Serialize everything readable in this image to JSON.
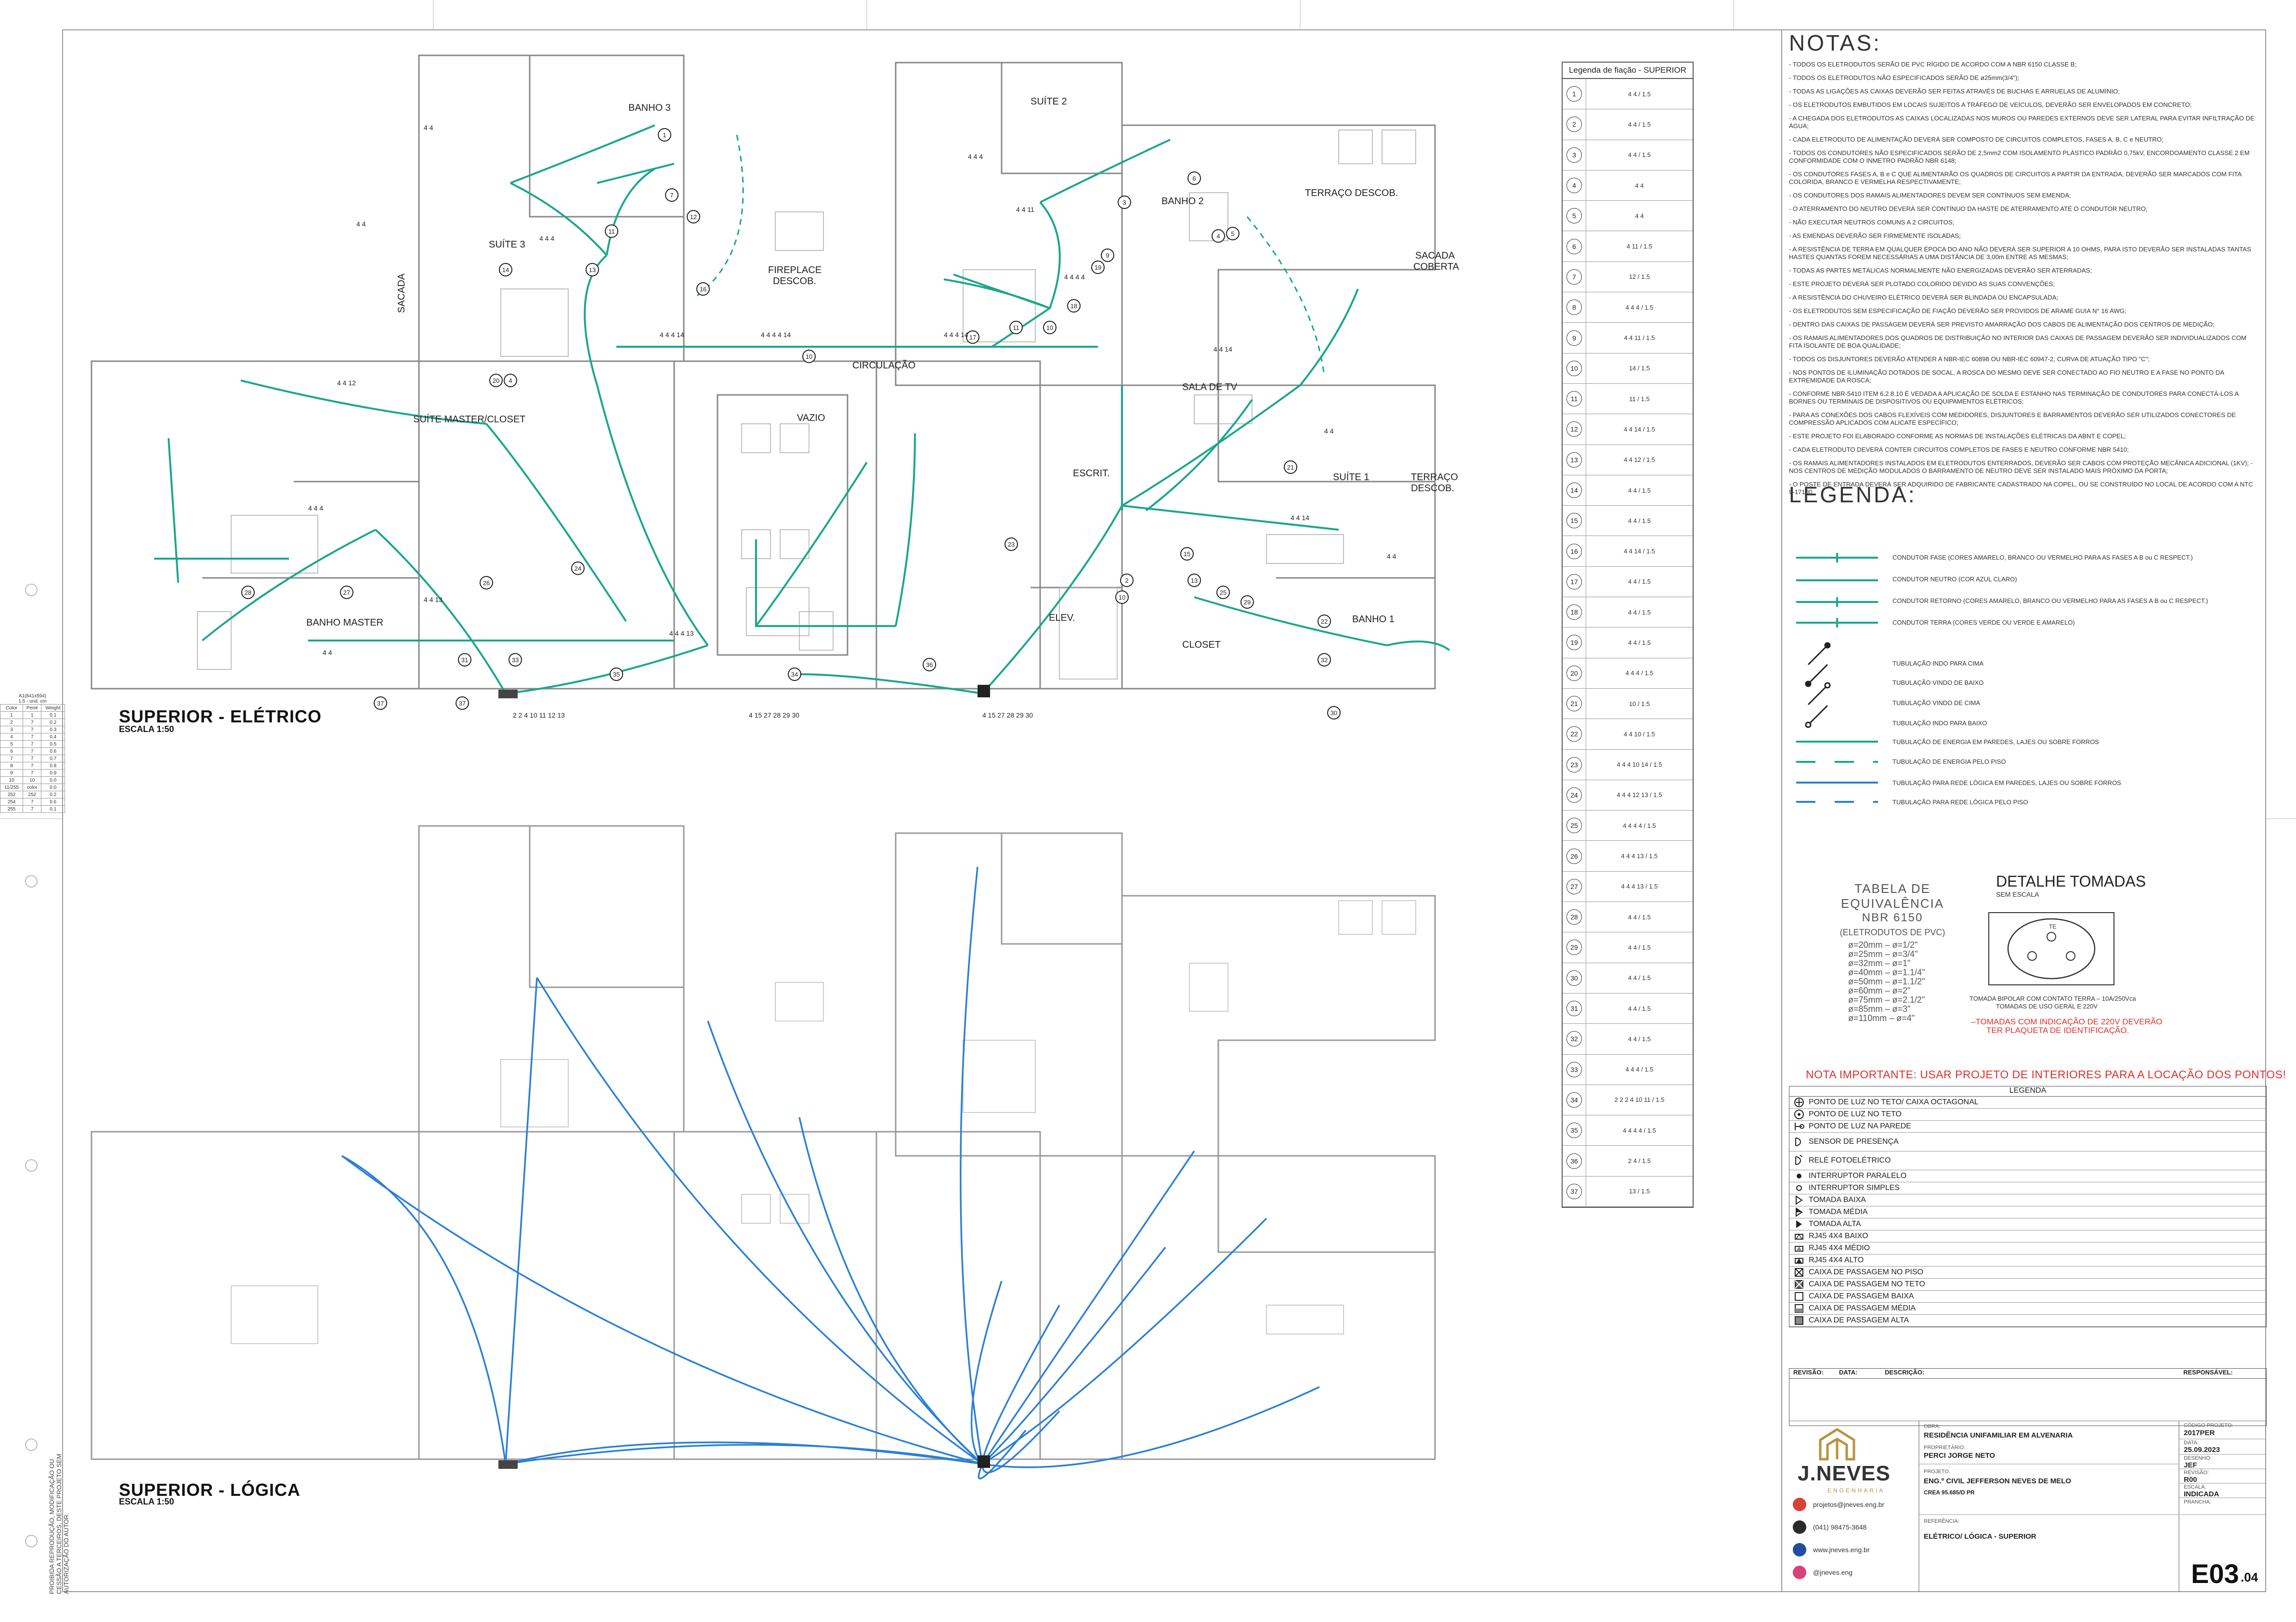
{
  "plans": {
    "eletrico": {
      "title": "SUPERIOR - ELÉTRICO",
      "scale": "ESCALA 1:50"
    },
    "logica": {
      "title": "SUPERIOR - LÓGICA",
      "scale": "ESCALA 1:50"
    }
  },
  "rooms": [
    "BANHO 3",
    "SUÍTE 3",
    "SACADA",
    "SUÍTE 2",
    "BANHO 2",
    "TERRAÇO DESCOB.",
    "SACADA COBERTA",
    "FIREPLACE DESCOB.",
    "CIRCULAÇÃO",
    "SALA DE TV",
    "SUÍTE MASTER/CLOSET",
    "VAZIO",
    "ESCRIT.",
    "SUÍTE 1",
    "TERRAÇO DESCOB.",
    "BANHO MASTER",
    "ELEV.",
    "CLOSET",
    "BANHO 1"
  ],
  "wire_legend": {
    "title": "Legenda de fiação - SUPERIOR",
    "rows": [
      {
        "n": "1",
        "code": "4 4 / 1.5"
      },
      {
        "n": "2",
        "code": "4 4 / 1.5"
      },
      {
        "n": "3",
        "code": "4 4 / 1.5"
      },
      {
        "n": "4",
        "code": "4 4"
      },
      {
        "n": "5",
        "code": "4 4"
      },
      {
        "n": "6",
        "code": "4 11 / 1.5"
      },
      {
        "n": "7",
        "code": "12 / 1.5"
      },
      {
        "n": "8",
        "code": "4 4 4 / 1.5"
      },
      {
        "n": "9",
        "code": "4 4 11 / 1.5"
      },
      {
        "n": "10",
        "code": "14 / 1.5"
      },
      {
        "n": "11",
        "code": "11 / 1.5"
      },
      {
        "n": "12",
        "code": "4 4 14 / 1.5"
      },
      {
        "n": "13",
        "code": "4 4 12 / 1.5"
      },
      {
        "n": "14",
        "code": "4 4 / 1.5"
      },
      {
        "n": "15",
        "code": "4 4 / 1.5"
      },
      {
        "n": "16",
        "code": "4 4 14 / 1.5"
      },
      {
        "n": "17",
        "code": "4 4 / 1.5"
      },
      {
        "n": "18",
        "code": "4 4 / 1.5"
      },
      {
        "n": "19",
        "code": "4 4 / 1.5"
      },
      {
        "n": "20",
        "code": "4 4 4 / 1.5"
      },
      {
        "n": "21",
        "code": "10 / 1.5"
      },
      {
        "n": "22",
        "code": "4 4 10 / 1.5"
      },
      {
        "n": "23",
        "code": "4 4 4 10 14 / 1.5"
      },
      {
        "n": "24",
        "code": "4 4 4 12 13 / 1.5"
      },
      {
        "n": "25",
        "code": "4 4 4 4 / 1.5"
      },
      {
        "n": "26",
        "code": "4 4 4 13 / 1.5"
      },
      {
        "n": "27",
        "code": "4 4 4 13 / 1.5"
      },
      {
        "n": "28",
        "code": "4 4 / 1.5"
      },
      {
        "n": "29",
        "code": "4 4 / 1.5"
      },
      {
        "n": "30",
        "code": "4 4 / 1.5"
      },
      {
        "n": "31",
        "code": "4 4 / 1.5"
      },
      {
        "n": "32",
        "code": "4 4 / 1.5"
      },
      {
        "n": "33",
        "code": "4 4 4 / 1.5"
      },
      {
        "n": "34",
        "code": "2 2 2 4 10 11 / 1.5"
      },
      {
        "n": "35",
        "code": "4 4 4 4 / 1.5"
      },
      {
        "n": "36",
        "code": "2 4 / 1.5"
      },
      {
        "n": "37",
        "code": "13 / 1.5"
      }
    ]
  },
  "notes": {
    "title": "NOTAS:",
    "items": [
      "- TODOS OS ELETRODUTOS SERÃO DE PVC RÍGIDO DE ACORDO COM A NBR 6150 CLASSE B;",
      "- TODOS OS ELETRODUTOS NÃO ESPECIFICADOS SERÃO DE ø25mm(3/4\");",
      "- TODAS AS LIGAÇÕES AS CAIXAS DEVERÃO SER FEITAS ATRAVÉS DE BUCHAS E ARRUELAS DE ALUMÍNIO;",
      "- OS ELETRODUTOS EMBUTIDOS EM LOCAIS SUJEITOS A TRÁFEGO DE VEÍCULOS, DEVERÃO SER ENVELOPADOS EM CONCRETO;",
      "- A CHEGADA DOS ELETRODUTOS AS CAIXAS LOCALIZADAS NOS MUROS OU PAREDES EXTERNOS DEVE SER LATERAL PARA EVITAR INFILTRAÇÃO DE ÁGUA;",
      "- CADA ELETRODUTO DE ALIMENTAÇÃO DEVERÁ SER COMPOSTO DE CIRCUITOS COMPLETOS, FASES A, B, C e NEUTRO;",
      "- TODOS OS CONDUTORES NÃO ESPECIFICADOS SERÃO DE 2,5mm2 COM ISOLAMENTO PLÁSTICO PADRÃO 0,75kV, ENCORDOAMENTO CLASSE 2 EM CONFORMIDADE COM O INMETRO PADRÃO NBR 6148;",
      "- OS CONDUTORES FASES A, B e C QUE ALIMENTARÃO OS QUADROS DE CIRCUITOS A PARTIR DA ENTRADA, DEVERÃO SER MARCADOS COM FITA COLORIDA, BRANCO E VERMELHA RESPECTIVAMENTE;",
      "- OS CONDUTORES DOS RAMAIS ALIMENTADORES DEVEM SER CONTÍNUOS SEM EMENDA;",
      "- O ATERRAMENTO DO NEUTRO DEVERÁ SER CONTÍNUO DA HASTE DE ATERRAMENTO ATÉ O CONDUTOR NEUTRO;",
      "- NÃO EXECUTAR NEUTROS COMUNS A 2 CIRCUITOS;",
      "- AS EMENDAS DEVERÃO SER FIRMEMENTE ISOLADAS;",
      "- A RESISTÊNCIA DE TERRA EM QUALQUER ÉPOCA DO ANO NÃO DEVERÁ SER SUPERIOR A 10 OHMS, PARA ISTO DEVERÃO SER INSTALADAS TANTAS HASTES QUANTAS FOREM NECESSÁRIAS A UMA DISTÂNCIA DE 3,00m ENTRE AS MESMAS;",
      "- TODAS AS PARTES METÁLICAS NORMALMENTE NÃO ENERGIZADAS DEVERÃO SER ATERRADAS;",
      "- ESTE PROJETO DEVERÁ SER PLOTADO COLORIDO DEVIDO AS SUAS CONVENÇÕES;",
      "- A RESISTÊNCIA DO CHUVEIRO ELÉTRICO DEVERÁ SER BLINDADA OU ENCAPSULADA;",
      "- OS ELETRODUTOS SEM ESPECIFICAÇÃO DE FIAÇÃO DEVERÃO SER PROVIDOS DE ARAME GUIA N° 16 AWG;",
      "- DENTRO DAS CAIXAS DE PASSAGEM DEVERÁ SER PREVISTO AMARRAÇÃO DOS CABOS DE ALIMENTAÇÃO DOS CENTROS DE MEDIÇÃO;",
      "- OS RAMAIS ALIMENTADORES DOS QUADROS DE DISTRIBUIÇÃO NO INTERIOR DAS CAIXAS DE PASSAGEM DEVERÃO SER INDIVIDUALIZADOS COM FITA ISOLANTE DE BOA QUALIDADE;",
      "- TODOS OS DISJUNTORES DEVERÃO ATENDER A NBR-IEC 60898 OU NBR-IEC 60947-2, CURVA DE ATUAÇÃO TIPO \"C\";",
      "- NOS PONTOS DE ILUMINAÇÃO DOTADOS DE SOCAL, A ROSCA DO MESMO DEVE SER CONECTADO AO FIO NEUTRO E A FASE NO PONTO DA EXTREMIDADE DA ROSCA;",
      "- CONFORME NBR-5410 ITEM 6.2.8.10 É VEDADA A APLICAÇÃO DE SOLDA E ESTANHO NAS TERMINAÇÃO DE CONDUTORES PARA CONECTÁ-LOS A BORNES OU TERMINAIS DE DISPOSITIVOS OU EQUIPAMENTOS ELÉTRICOS;",
      "- PARA AS CONEXÕES DOS CABOS FLEXÍVEIS COM MEDIDORES, DISJUNTORES E BARRAMENTOS DEVERÃO SER UTILIZADOS CONECTORES DE COMPRESSÃO APLICADOS COM ALICATE ESPECÍFICO;",
      "- ESTE PROJETO FOI ELABORADO CONFORME AS NORMAS DE INSTALAÇÕES ELÉTRICAS DA ABNT E COPEL;",
      "- CADA ELETRODUTO DEVERÁ CONTER CIRCUITOS COMPLETOS DE FASES E NEUTRO CONFORME NBR 5410;",
      "- OS RAMAIS ALIMENTADORES INSTALADOS EM ELETRODUTOS ENTERRADOS, DEVERÃO SER CABOS COM PROTEÇÃO MECÂNICA ADICIONAL (1KV); - NOS CENTROS DE MEDIÇÃO MODULADOS O BARRAMENTO DE NEUTRO DEVE SER INSTALADO MAIS PRÓXIMO DA PORTA;",
      "- O POSTE DE ENTRADA DEVERÁ SER ADQUIRIDO DE FABRICANTE CADASTRADO NA COPEL, OU SE CONSTRUÍDO NO LOCAL DE ACORDO COM A NTC 9-17100."
    ]
  },
  "legenda": {
    "title": "LEGENDA:",
    "lines": [
      "CONDUTOR FASE (CORES AMARELO, BRANCO OU VERMELHO PARA AS FASES A B ou C RESPECT.)",
      "CONDUTOR NEUTRO (COR AZUL CLARO)",
      "CONDUTOR RETORNO (CORES AMARELO, BRANCO OU VERMELHO PARA AS FASES A B ou C RESPECT.)",
      "CONDUTOR TERRA (CORES VERDE OU VERDE E AMARELO)",
      "TUBULAÇÃO INDO PARA CIMA",
      "TUBULAÇÃO VINDO DE BAIXO",
      "TUBULAÇÃO VINDO DE CIMA",
      "TUBULAÇÃO INDO PARA BAIXO",
      "TUBULAÇÃO DE ENERGIA EM PAREDES, LAJES OU SOBRE FORROS",
      "TUBULAÇÃO DE ENERGIA PELO PISO",
      "TUBULAÇÃO PARA REDE LÓGICA EM PAREDES, LAJES OU SOBRE FORROS",
      "TUBULAÇÃO PARA REDE LÓGICA PELO PISO"
    ]
  },
  "tabela": {
    "title": "TABELA DE EQUIVALÊNCIA",
    "norma": "NBR 6150",
    "sub": "(ELETRODUTOS DE PVC)",
    "rows": [
      "ø=20mm  –  ø=1/2\"",
      "ø=25mm  –  ø=3/4\"",
      "ø=32mm  –  ø=1\"",
      "ø=40mm  –  ø=1.1/4\"",
      "ø=50mm  –  ø=1.1/2\"",
      "ø=60mm  –  ø=2\"",
      "ø=75mm  –  ø=2.1/2\"",
      "ø=85mm  –  ø=3\"",
      "ø=110mm  –  ø=4\""
    ]
  },
  "detalhe": {
    "title": "DETALHE TOMADAS",
    "sub": "SEM ESCALA",
    "te": "TE",
    "cap1": "TOMADA BIPOLAR COM CONTATO TERRA – 10A/250Vca",
    "cap2": "TOMADAS DE USO GERAL E 220V",
    "red1": "–TOMADAS COM INDICAÇÃO DE 220V DEVERÃO",
    "red2": "TER PLAQUETA DE IDENTIFICAÇÃO."
  },
  "nota_importante": "NOTA IMPORTANTE: USAR PROJETO DE INTERIORES PARA A LOCAÇÃO DOS PONTOS!",
  "symbol_legend": {
    "title": "LEGENDA",
    "items": [
      {
        "label": "PONTO DE LUZ NO TETO/ CAIXA OCTAGONAL",
        "icon": "octagonal-box"
      },
      {
        "label": "PONTO DE LUZ NO TETO",
        "icon": "ceiling-light"
      },
      {
        "label": "PONTO DE LUZ NA PAREDE",
        "icon": "wall-light"
      },
      {
        "label": "SENSOR DE PRESENÇA",
        "icon": "presence-sensor"
      },
      {
        "label": "RELÉ FOTOELÉTRICO",
        "icon": "photo-relay"
      },
      {
        "label": "INTERRUPTOR PARALELO",
        "icon": "parallel-switch"
      },
      {
        "label": "INTERRUPTOR SIMPLES",
        "icon": "simple-switch"
      },
      {
        "label": "TOMADA BAIXA",
        "icon": "low-outlet"
      },
      {
        "label": "TOMADA MÉDIA",
        "icon": "mid-outlet"
      },
      {
        "label": "TOMADA ALTA",
        "icon": "high-outlet"
      },
      {
        "label": "RJ45 4X4 BAIXO",
        "icon": "rj45-low"
      },
      {
        "label": "RJ45 4X4 MÉDIO",
        "icon": "rj45-mid"
      },
      {
        "label": "RJ45 4X4 ALTO",
        "icon": "rj45-high"
      },
      {
        "label": "CAIXA DE PASSAGEM NO PISO",
        "icon": "floor-box"
      },
      {
        "label": "CAIXA DE PASSAGEM NO TETO",
        "icon": "ceiling-box"
      },
      {
        "label": "CAIXA DE PASSAGEM BAIXA",
        "icon": "low-box"
      },
      {
        "label": "CAIXA DE PASSAGEM MÉDIA",
        "icon": "mid-box"
      },
      {
        "label": "CAIXA DE PASSAGEM ALTA",
        "icon": "high-box"
      }
    ]
  },
  "revision": {
    "revisao": "REVISÃO:",
    "data": "DATA:",
    "descricao": "DESCRIÇÃO:",
    "responsavel": "RESPONSÁVEL:"
  },
  "title_block": {
    "obra_label": "OBRA:",
    "obra": "RESIDÊNCIA UNIFAMILIAR EM ALVENARIA",
    "proprietario_label": "PROPRIETÁRIO:",
    "proprietario": "PERCI JORGE NETO",
    "projeto_label": "PROJETO:",
    "projeto": "ENG.º CIVIL JEFFERSON NEVES DE MELO",
    "crea": "CREA 95.685/D PR",
    "referencia_label": "REFERÊNCIA:",
    "referencia": "ELÉTRICO/ LÓGICA - SUPERIOR",
    "codigo_label": "CÓDIGO PROJETO:",
    "codigo": "2017PER",
    "data_label": "DATA:",
    "data": "25.09.2023",
    "desenho_label": "DESENHO:",
    "desenho": "JEF",
    "revisao_label": "REVISÃO:",
    "revisao": "R00",
    "escala_label": "ESCALA:",
    "escala": "INDICADA",
    "prancha_label": "PRANCHA:",
    "prancha": "E03",
    "prancha_sub": ".04",
    "logo_name": "J.NEVES",
    "logo_sub": "ENGENHARIA"
  },
  "contacts": [
    {
      "icon": "mail-icon",
      "text": "projetos@jneves.eng.br"
    },
    {
      "icon": "phone-icon",
      "text": "(041) 98475-3648"
    },
    {
      "icon": "web-icon",
      "text": "www.jneves.eng.br"
    },
    {
      "icon": "instagram-icon",
      "text": "@jneves.eng"
    }
  ],
  "side_text": "PROIBIDA REPRODUÇÃO, MODIFICAÇÃO OU CESSÃO A TERCEIROS, DESTE PROJETO SEM AUTORIZAÇÃO DO AUTOR.",
  "pen_table": {
    "title": "A1(841x594)",
    "sub": "1.5 - und. cm",
    "head": [
      "Color",
      "Pen#",
      "Weight"
    ],
    "rows": [
      [
        "1",
        "1",
        "0.1"
      ],
      [
        "2",
        "7",
        "0.2"
      ],
      [
        "3",
        "7",
        "0.3"
      ],
      [
        "4",
        "7",
        "0.4"
      ],
      [
        "5",
        "7",
        "0.5"
      ],
      [
        "6",
        "7",
        "0.6"
      ],
      [
        "7",
        "7",
        "0.7"
      ],
      [
        "8",
        "7",
        "0.8"
      ],
      [
        "9",
        "7",
        "0.9"
      ],
      [
        "10",
        "10",
        "0.0"
      ],
      [
        "11/255",
        "color",
        "0.0"
      ],
      [
        "252",
        "252",
        "0.2"
      ],
      [
        "254",
        "7",
        "0.6"
      ],
      [
        "255",
        "7",
        "0.1"
      ]
    ]
  },
  "colors": {
    "energia": "#1aa78a",
    "logica": "#2a7fd6",
    "nota": "#e0302b",
    "wall": "#7a7a7a"
  }
}
